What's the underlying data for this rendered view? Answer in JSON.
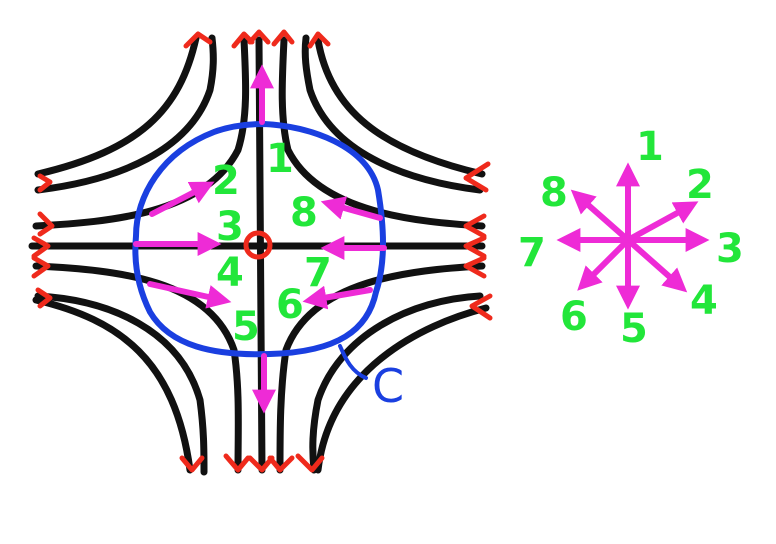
{
  "colors": {
    "flow_lines": "#111111",
    "arrow_tips": "#ef2a1c",
    "vectors": "#ee2bd6",
    "labels": "#22e63a",
    "contour": "#1a3fe0",
    "center_point": "#ef2a1c"
  },
  "flow_labels": [
    "1",
    "2",
    "3",
    "4",
    "5",
    "6",
    "7",
    "8"
  ],
  "compass_labels": [
    "1",
    "2",
    "3",
    "4",
    "5",
    "6",
    "7",
    "8"
  ],
  "contour_label": "C"
}
